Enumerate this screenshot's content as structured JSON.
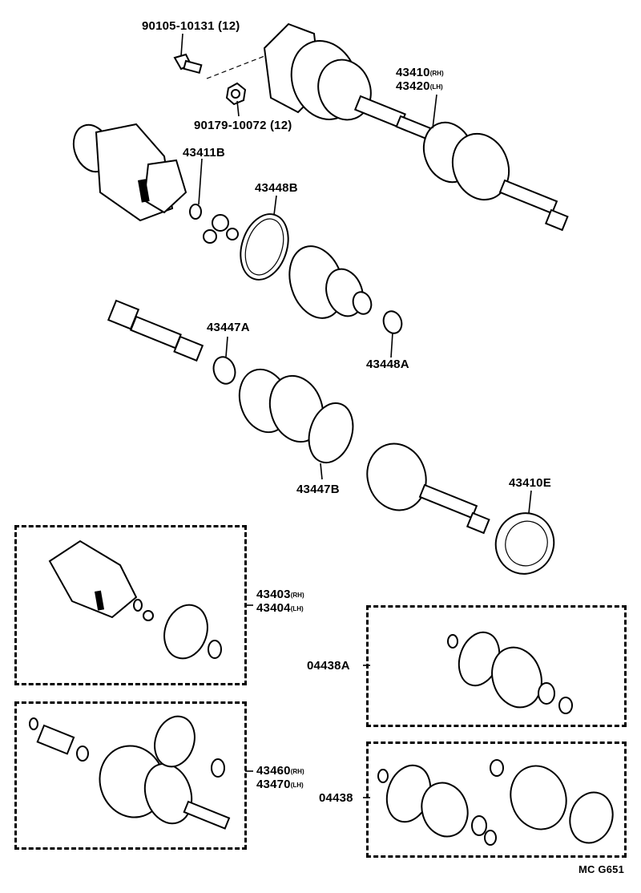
{
  "diagram": {
    "code": "MC G651",
    "labels": {
      "bolt": "90105-10131 (12)",
      "nut": "90179-10072 (12)",
      "shaft_rh": "43410",
      "shaft_lh": "43420",
      "snap_ring": "43411B",
      "clamp_b_large": "43448B",
      "clamp_a_small": "43448A",
      "clamp_inner_small": "43447A",
      "clamp_inner_large": "43447B",
      "dust_deflector": "43410E",
      "inboard_joint_rh": "43403",
      "inboard_joint_lh": "43404",
      "boot_kit_a": "04438A",
      "outboard_joint_rh": "43460",
      "outboard_joint_lh": "43470",
      "boot_kit": "04438"
    },
    "suffix": {
      "rh": "(RH)",
      "lh": "(LH)"
    }
  }
}
